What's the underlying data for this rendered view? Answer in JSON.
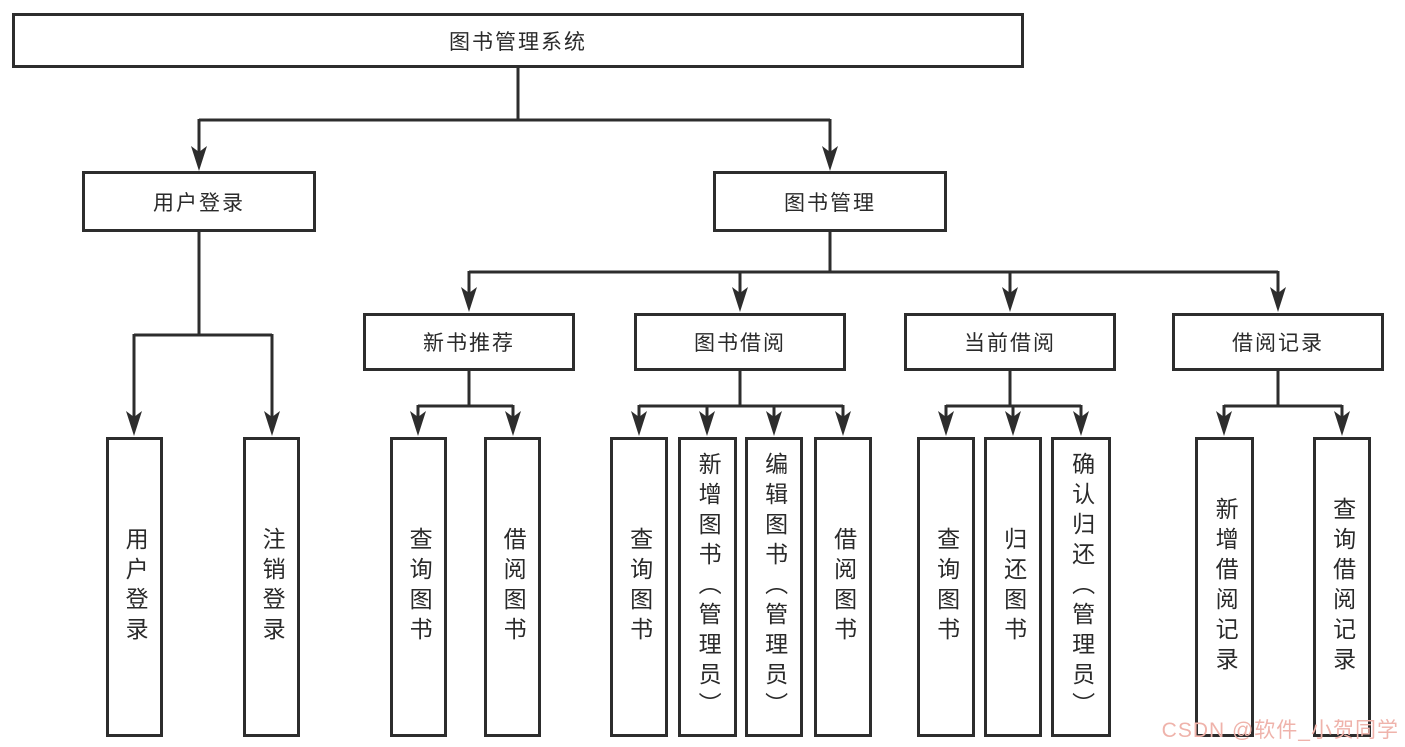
{
  "tree": {
    "label": "图书管理系统",
    "children": [
      {
        "label": "用户登录",
        "children": [
          {
            "label": "用户登录"
          },
          {
            "label": "注销登录"
          }
        ]
      },
      {
        "label": "图书管理",
        "children": [
          {
            "label": "新书推荐",
            "children": [
              {
                "label": "查询图书"
              },
              {
                "label": "借阅图书"
              }
            ]
          },
          {
            "label": "图书借阅",
            "children": [
              {
                "label": "查询图书"
              },
              {
                "label": "新增图书（管理员）"
              },
              {
                "label": "编辑图书（管理员）"
              },
              {
                "label": "借阅图书"
              }
            ]
          },
          {
            "label": "当前借阅",
            "children": [
              {
                "label": "查询图书"
              },
              {
                "label": "归还图书"
              },
              {
                "label": "确认归还（管理员）"
              }
            ]
          },
          {
            "label": "借阅记录",
            "children": [
              {
                "label": "新增借阅记录"
              },
              {
                "label": "查询借阅记录"
              }
            ]
          }
        ]
      }
    ]
  },
  "watermark": {
    "text": "CSDN @软件_小贺同学",
    "color": "#efb3ab"
  },
  "colors": {
    "line": "#2d2d2d",
    "box_border": "#2d2d2d",
    "text": "#2a2a2a",
    "background": "#ffffff"
  }
}
